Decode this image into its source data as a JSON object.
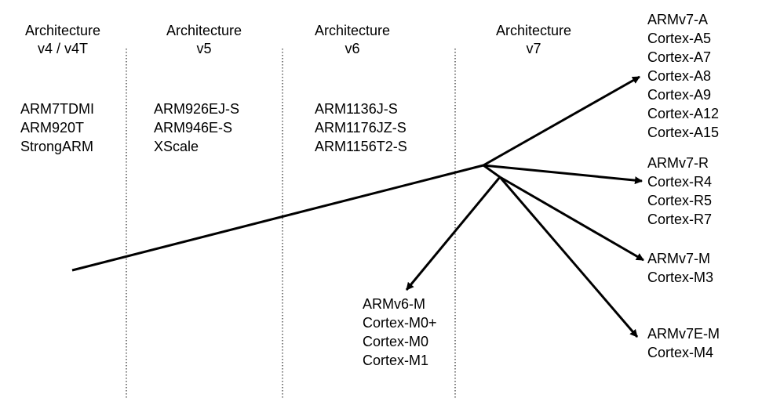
{
  "columns": [
    {
      "title_line1": "Architecture",
      "title_line2": "v4 / v4T",
      "cores": [
        "ARM7TDMI",
        "ARM920T",
        "StrongARM"
      ]
    },
    {
      "title_line1": "Architecture",
      "title_line2": "v5",
      "cores": [
        "ARM926EJ-S",
        "ARM946E-S",
        "XScale"
      ]
    },
    {
      "title_line1": "Architecture",
      "title_line2": "v6",
      "cores": [
        "ARM1136J-S",
        "ARM1176JZ-S",
        "ARM1156T2-S"
      ]
    },
    {
      "title_line1": "Architecture",
      "title_line2": "v7"
    }
  ],
  "branches": {
    "armv7a": [
      "ARMv7-A",
      "Cortex-A5",
      "Cortex-A7",
      "Cortex-A8",
      "Cortex-A9",
      "Cortex-A12",
      "Cortex-A15"
    ],
    "armv7r": [
      "ARMv7-R",
      "Cortex-R4",
      "Cortex-R5",
      "Cortex-R7"
    ],
    "armv7m": [
      "ARMv7-M",
      "Cortex-M3"
    ],
    "armv7em": [
      "ARMv7E-M",
      "Cortex-M4"
    ],
    "armv6m": [
      "ARMv6-M",
      "Cortex-M0+",
      "Cortex-M0",
      "Cortex-M1"
    ]
  }
}
